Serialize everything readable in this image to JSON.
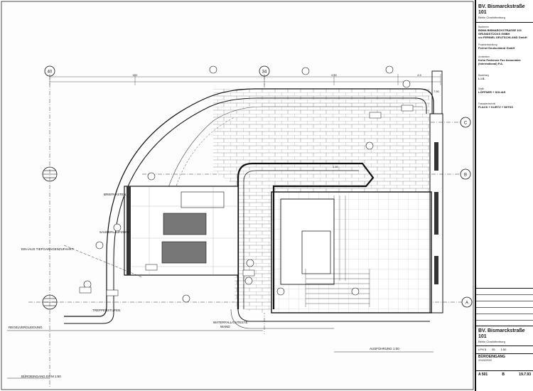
{
  "title_block": {
    "project": "BV. Bismarckstraße 101",
    "location": "Berlin Charlottenburg",
    "client_label": "Bauherren",
    "client_lines": [
      "BSMA BISMARCKSTRASSE 101",
      "GRUNDSTÜCKS GMBH",
      "c/o FERINEL DEUTSCHLAND GmbH"
    ],
    "pm_label": "Projektentwicklung",
    "pm_name": "Ferinel Deutschland GmbH",
    "architect_label": "Architekten",
    "architect_name": "Kohn Pedersen Fox Associates",
    "architect_sub": "(International) P.A.",
    "build_label": "Bauleitung",
    "build_name": "L.I.S.",
    "static_label": "Statik",
    "static_name": "LÖFFNER + SOLIAS",
    "facade_label": "Fassadentechnik",
    "facade_name": "FLACK + KURTZ + WITSS",
    "project_bottom": "BV. Bismarckstraße 101",
    "location_bottom": "Berlin Charlottenburg",
    "drawing_title": "BÜROEINGANG",
    "drawing_subtitle": "GRUNDRISS",
    "scale": "1:50",
    "plan_no": "A 501",
    "index": "B",
    "date": "19.7.93",
    "phase": "LPH 5",
    "sheet": "05"
  },
  "axes": {
    "grid_40": "40",
    "grid_34": "34",
    "row_A": "A",
    "row_B": "B",
    "row_C": "C"
  },
  "labels": {
    "briefkasten": "BRIEFKASTEN",
    "sauberlauf": "SAUBERLAUFZONE",
    "tiefgarage": "EIN-/AUS TIEFGARAGENZUFAHRT",
    "regel": "REGELVERGLEIDUNG",
    "treppen": "TREPPENSTUFEN",
    "water": "WATERFALL/CHTESTE",
    "wand": "WAND",
    "ausfuehrung": "AUSFÜHRUNG 1:00",
    "bottom_caption": "BÜROEINGANG EG",
    "bottom_scale": "M 1:50"
  },
  "dims": {
    "d_top": "610",
    "d_mid": "4.30",
    "d_right": "4.5",
    "d_small": "1.40",
    "d_edge": "7.50"
  }
}
